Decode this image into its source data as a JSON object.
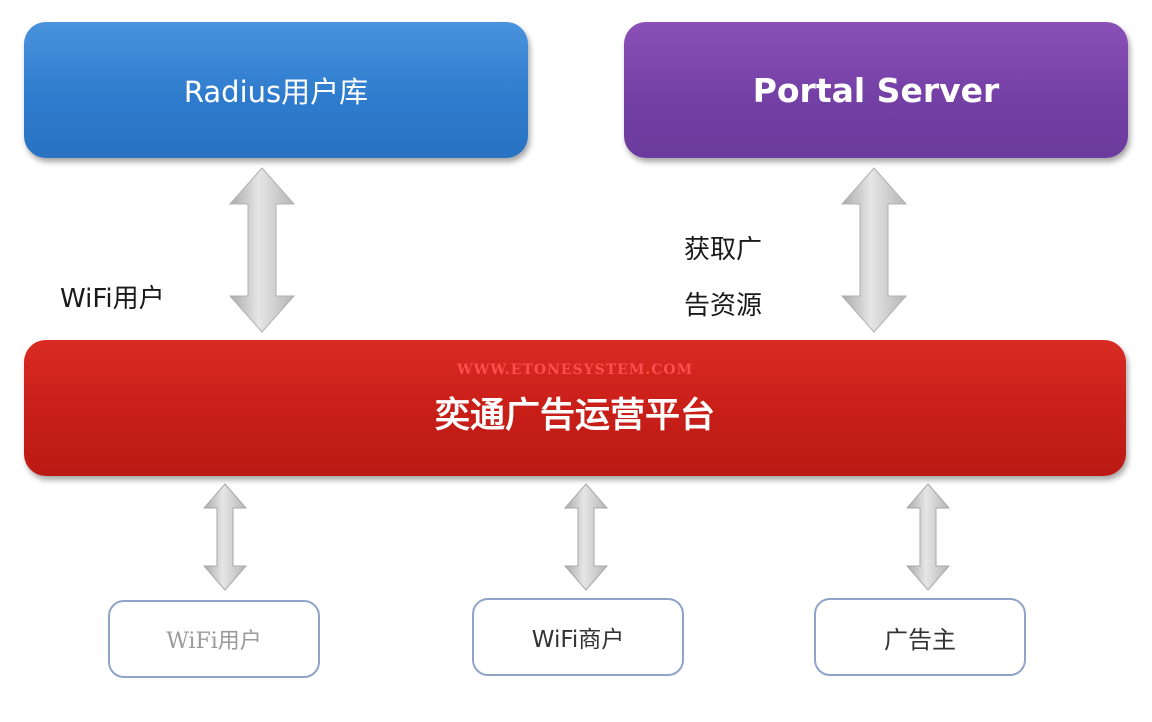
{
  "boxes": {
    "radius": "Radius用户库",
    "portal": "Portal Server",
    "platform": "奕通广告运营平台"
  },
  "watermark": "WWW.ETONESYSTEM.COM",
  "labels": {
    "wifi_user": "WiFi用户",
    "ad_resource_line1": "获取广",
    "ad_resource_line2": "告资源"
  },
  "nodes": {
    "wifi_user": "WiFi用户",
    "wifi_merchant": "WiFi商户",
    "advertiser": "广告主"
  },
  "colors": {
    "radius": "#2f7cce",
    "portal": "#7440a6",
    "platform": "#c71e18",
    "arrow": "#c8c8c8"
  }
}
